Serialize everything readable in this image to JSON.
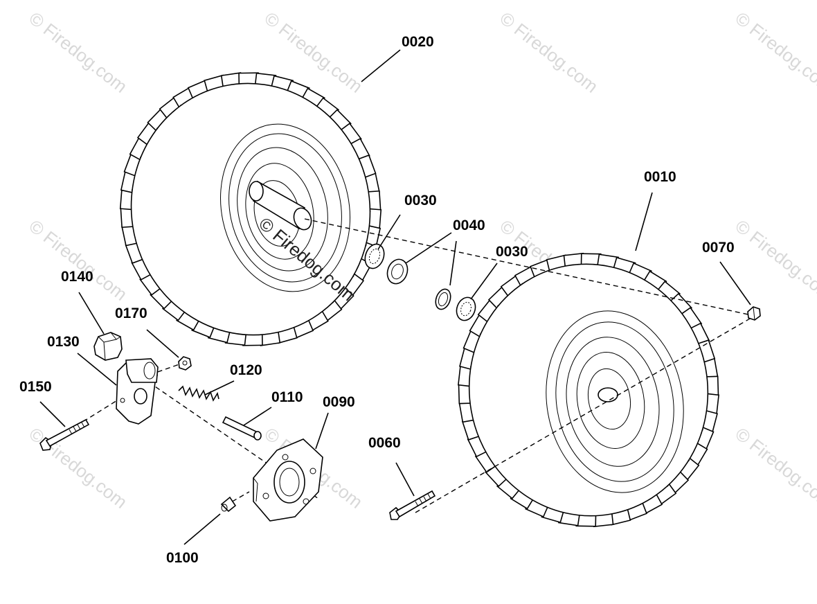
{
  "watermark": {
    "text": "© Firedog.com",
    "center_text": "© Firedog.com"
  },
  "callouts": {
    "p0010": "0010",
    "p0020": "0020",
    "p0030a": "0030",
    "p0030b": "0030",
    "p0040": "0040",
    "p0060": "0060",
    "p0070": "0070",
    "p0090": "0090",
    "p0100": "0100",
    "p0110": "0110",
    "p0120": "0120",
    "p0130": "0130",
    "p0140": "0140",
    "p0150": "0150",
    "p0170": "0170"
  }
}
